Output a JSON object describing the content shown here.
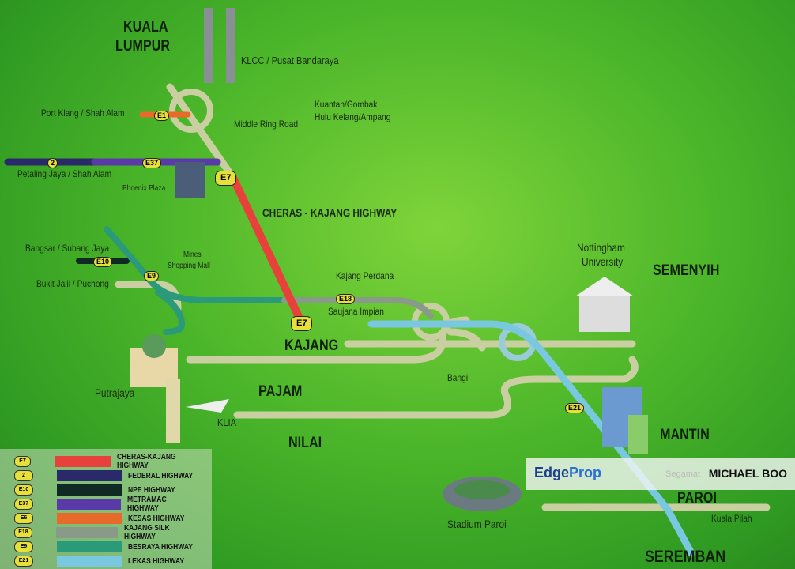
{
  "places": {
    "kl": "KUALA",
    "kl2": "LUMPUR",
    "klcc": "KLCC / Pusat Bandaraya",
    "port_klang": "Port Klang / Shah Alam",
    "kuantan": "Kuantan/Gombak",
    "hulu": "Hulu Kelang/Ampang",
    "mrr": "Middle Ring Road",
    "pj": "Petaling Jaya / Shah Alam",
    "phoenix": "Phoenix Plaza",
    "cheras": "CHERAS - KAJANG HIGHWAY",
    "bangsar": "Bangsar / Subang Jaya",
    "mines": "Mines",
    "mines2": "Shopping Mall",
    "bukit_jalil": "Bukit Jalil / Puchong",
    "kajang_perdana": "Kajang Perdana",
    "saujana": "Saujana Impian",
    "kajang": "KAJANG",
    "nottingham": "Nottingham",
    "nottingham2": "University",
    "semenyih": "SEMENYIH",
    "bangi": "Bangi",
    "putrajaya": "Putrajaya",
    "pajam": "PAJAM",
    "klia": "KLIA",
    "nilai": "NILAI",
    "mantin": "MANTIN",
    "segamat": "Segamat",
    "paroi": "PAROI",
    "stadium": "Stadium Paroi",
    "kuala_pilah": "Kuala Pilah",
    "seremban": "SEREMBAN"
  },
  "shields": {
    "e7": "E7",
    "e7b": "E7",
    "e1": "E1",
    "two": "2",
    "e37": "E37",
    "e10": "E10",
    "e9": "E9",
    "e18": "E18",
    "e21": "E21"
  },
  "legend": [
    {
      "code": "E7",
      "name": "CHERAS-KAJANG HIGHWAY",
      "color": "#e8403a"
    },
    {
      "code": "2",
      "name": "FEDERAL HIGHWAY",
      "color": "#2a2a6a"
    },
    {
      "code": "E10",
      "name": "NPE HIGHWAY",
      "color": "#0f2a22"
    },
    {
      "code": "E37",
      "name": "METRAMAC HIGHWAY",
      "color": "#5a3aa8"
    },
    {
      "code": "E6",
      "name": "KESAS HIGHWAY",
      "color": "#e86a2a"
    },
    {
      "code": "E18",
      "name": "KAJANG SILK HIGHWAY",
      "color": "#8a9a88"
    },
    {
      "code": "E9",
      "name": "BESRAYA HIGHWAY",
      "color": "#2a9a7a"
    },
    {
      "code": "E21",
      "name": "LEKAS HIGHWAY",
      "color": "#7ac8e0"
    }
  ],
  "banner": {
    "brand_a": "Edge",
    "brand_b": "Prop",
    "agent": "MICHAEL BOO"
  }
}
